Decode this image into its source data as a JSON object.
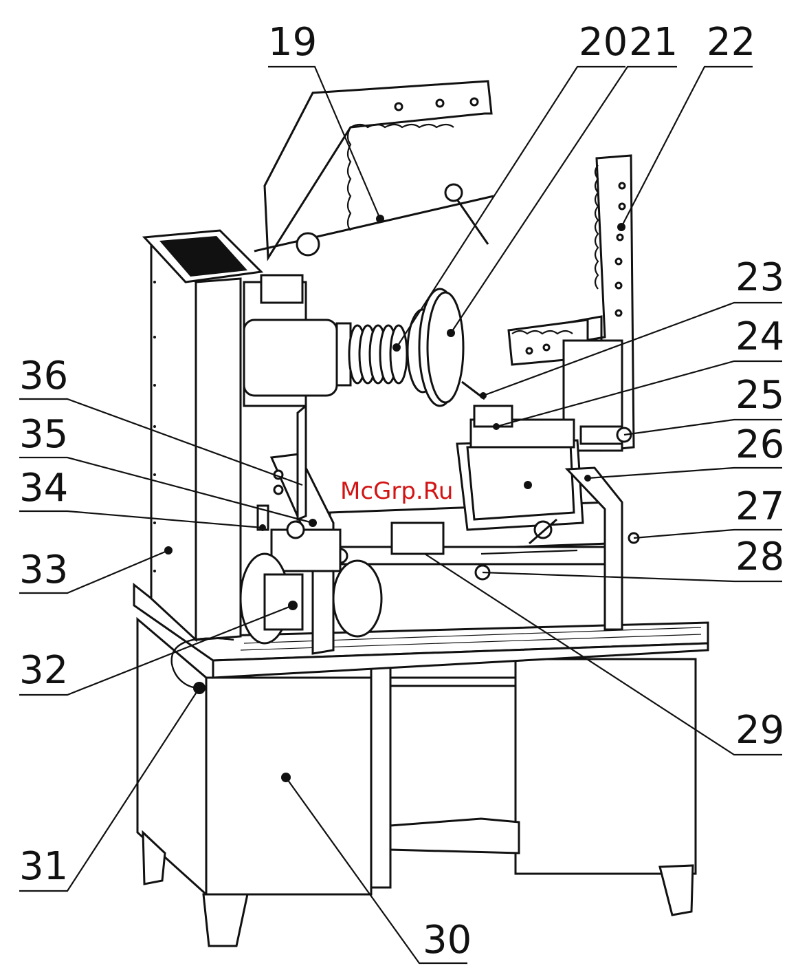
{
  "watermark": "McGrp.Ru",
  "callouts": [
    {
      "id": "19",
      "label": "19"
    },
    {
      "id": "20",
      "label": "20"
    },
    {
      "id": "21",
      "label": "21"
    },
    {
      "id": "22",
      "label": "22"
    },
    {
      "id": "23",
      "label": "23"
    },
    {
      "id": "24",
      "label": "24"
    },
    {
      "id": "25",
      "label": "25"
    },
    {
      "id": "26",
      "label": "26"
    },
    {
      "id": "27",
      "label": "27"
    },
    {
      "id": "28",
      "label": "28"
    },
    {
      "id": "29",
      "label": "29"
    },
    {
      "id": "30",
      "label": "30"
    },
    {
      "id": "31",
      "label": "31"
    },
    {
      "id": "32",
      "label": "32"
    },
    {
      "id": "33",
      "label": "33"
    },
    {
      "id": "34",
      "label": "34"
    },
    {
      "id": "35",
      "label": "35"
    },
    {
      "id": "36",
      "label": "36"
    }
  ]
}
